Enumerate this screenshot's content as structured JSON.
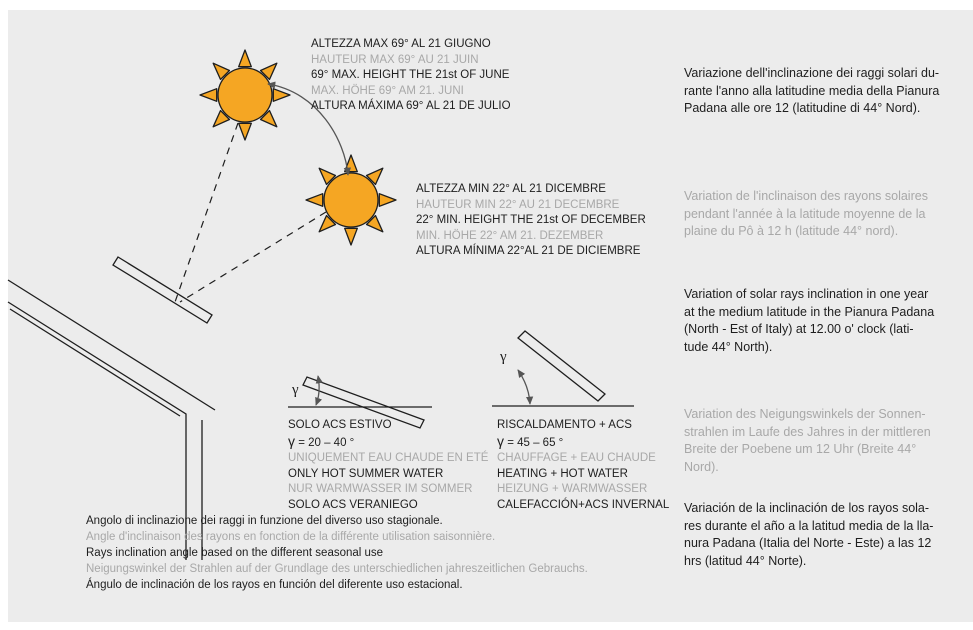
{
  "summer_label": {
    "title": "ALTEZZA MAX  69° AL 21 GIUGNO",
    "lines": [
      "HAUTEUR MAX 69° AU 21 JUIN",
      "69° MAX. HEIGHT THE 21st  OF JUNE",
      "MAX. HÖHE 69° AM 21. JUNI",
      "ALTURA MÁXIMA 69° AL 21 DE JULIO"
    ]
  },
  "winter_label": {
    "title": "ALTEZZA MIN 22° AL 21 DICEMBRE",
    "lines": [
      "HAUTEUR MIN 22° AU 21 DECEMBRE",
      "22° MIN. HEIGHT THE 21st OF DECEMBER",
      "MIN. HÖHE 22° AM 21. DEZEMBER",
      "ALTURA MÍNIMA 22°AL 21 DE DICIEMBRE"
    ]
  },
  "angle_symbol": "γ",
  "case_summer": {
    "title": "SOLO ACS ESTIVO",
    "gamma_symbol": "γ",
    "gamma_text": " = 20 – 40 °",
    "lines": [
      "UNIQUEMENT EAU CHAUDE EN ETÉ",
      "ONLY HOT SUMMER WATER",
      "NUR WARMWASSER IM SOMMER",
      "SOLO ACS VERANIEGO"
    ]
  },
  "case_heating": {
    "title": "RISCALDAMENTO + ACS",
    "gamma_symbol": "γ",
    "gamma_text": " = 45 – 65 °",
    "lines": [
      "CHAUFFAGE + EAU CHAUDE",
      "HEATING + HOT WATER",
      "HEIZUNG + WARMWASSER",
      "CALEFACCIÓN+ACS  INVERNAL"
    ]
  },
  "caption": [
    "Angolo di inclinazione dei raggi in funzione del diverso uso stagionale.",
    "Angle d'inclinaison des rayons en fonction de la différente utilisation saisonnière.",
    "Rays inclination angle based on the different seasonal use",
    "Neigungswinkel der Strahlen auf der Grundlage des unterschiedlichen jahreszeitlichen Gebrauchs.",
    "Ángulo de inclinación de los rayos en función del diferente uso estacional."
  ],
  "description": [
    [
      "Variazione dell'inclinazione dei raggi solari du-",
      "rante l'anno alla latitudine media della Pianura",
      "Padana alle ore 12 (latitudine di 44° Nord)."
    ],
    [
      "Variation de l'inclinaison des rayons solaires",
      "pendant l'année à la latitude moyenne de la",
      "plaine du Pô à 12 h (latitude 44° nord)."
    ],
    [
      "Variation of solar rays inclination in one year",
      "at the medium latitude in the Pianura Padana",
      "(North - Est of Italy) at 12.00 o' clock (lati-",
      "tude 44° North)."
    ],
    [
      "Variation des Neigungswinkels der Sonnen-",
      "strahlen im Laufe des Jahres in der mittleren",
      "Breite der Poebene um 12 Uhr (Breite 44°",
      "Nord)."
    ],
    [
      "Variación de la inclinación de los rayos sola-",
      "res durante el año a la latitud media de la lla-",
      "nura Padana (Italia del Norte - Este) a las 12",
      "hrs (latitud 44° Norte)."
    ]
  ],
  "colors": {
    "background": "#ececec",
    "sun_fill": "#f5a623",
    "text_dark": "#1e1e1e",
    "text_light": "#a8a8a8"
  }
}
